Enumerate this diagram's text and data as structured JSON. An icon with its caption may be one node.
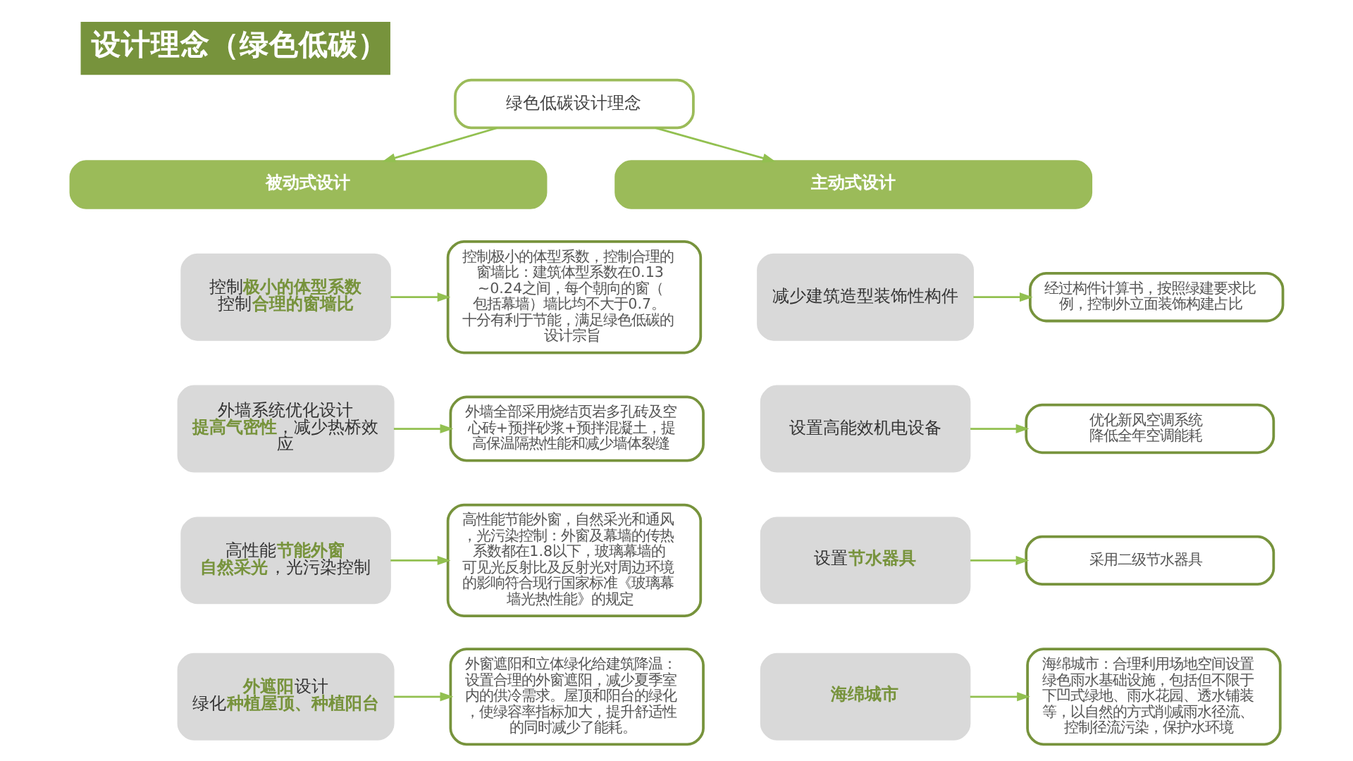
{
  "diagram": {
    "title": "设计理念（绿色低碳）",
    "nodes": [
      {
        "text": [
          "绿色低碳设计理念"
        ]
      },
      {
        "text": [
          "被动式设计"
        ]
      },
      {
        "text": [
          "主动式设计"
        ]
      },
      {
        "text": [
          "控制**极小的体型系数**",
          "控制**合理的窗墙比**"
        ]
      },
      {
        "text": [
          "控制极小的体型系数，控制合理的窗墙比：建筑体型系数在0.13~0.24之间，每个朝向的窗（包括幕墙）墙比均不大于0.7。十分有利于节能，满足绿色低碳的设计宗旨"
        ]
      },
      {
        "text": [
          "外墙系统优化设计",
          "**提高气密性**，减少热桥效应"
        ]
      },
      {
        "text": [
          "外墙全部采用烧结页岩多孔砖及空心砖+预拌砂浆+预拌混凝土，提高保温隔热性能和减少墙体裂缝"
        ]
      },
      {
        "text": [
          "高性能**节能外窗**",
          "**自然采光**，光污染控制"
        ]
      },
      {
        "text": [
          "高性能节能外窗，自然采光和通风，光污染控制：外窗及幕墙的传热系数都在1.8以下，玻璃幕墙的可见光反射比及反射光对周边环境的影响符合现行国家标准《玻璃幕墙光热性能》的规定"
        ]
      },
      {
        "text": [
          "**外遮阳**设计",
          "绿化**种植屋顶、种植阳台**"
        ]
      },
      {
        "text": [
          "外窗遮阳和立体绿化给建筑降温：设置合理的外窗遮阳，减少夏季室内的供冷需求。屋顶和阳台的绿化，使绿容率指标加大，提升舒适性的同时减少了能耗。"
        ]
      },
      {
        "text": [
          "减少建筑造型装饰性构件"
        ]
      },
      {
        "text": [
          "经过构件计算书，按照绿建要求比例，控制外立面装饰构建占比"
        ]
      },
      {
        "text": [
          "设置高能效机电设备"
        ]
      },
      {
        "text": [
          "优化新风空调系统",
          "降低全年空调能耗"
        ]
      },
      {
        "text": [
          "设置**节水器具**"
        ]
      },
      {
        "text": [
          "采用二级节水器具"
        ]
      },
      {
        "text": [
          "**海绵城市**"
        ]
      },
      {
        "text": [
          "海绵城市：合理利用场地空间设置绿色雨水基础设施，包括但不限于下凹式绿地、雨水花园、透水铺装等，以自然的方式削减雨水径流、控制径流污染，保护水环境"
        ]
      }
    ],
    "edges": [
      {
        "from": 0,
        "to": 1,
        "arrow": "to"
      },
      {
        "from": 0,
        "to": 2,
        "arrow": "to"
      },
      {
        "from": 3,
        "to": 4,
        "arrow": "to"
      },
      {
        "from": 5,
        "to": 6,
        "arrow": "to"
      },
      {
        "from": 7,
        "to": 8,
        "arrow": "to"
      },
      {
        "from": 9,
        "to": 10,
        "arrow": "to"
      },
      {
        "from": 11,
        "to": 12,
        "arrow": "to"
      },
      {
        "from": 13,
        "to": 14,
        "arrow": "to"
      },
      {
        "from": 15,
        "to": 16,
        "arrow": "to"
      },
      {
        "from": 17,
        "to": 18,
        "arrow": "to"
      }
    ]
  }
}
